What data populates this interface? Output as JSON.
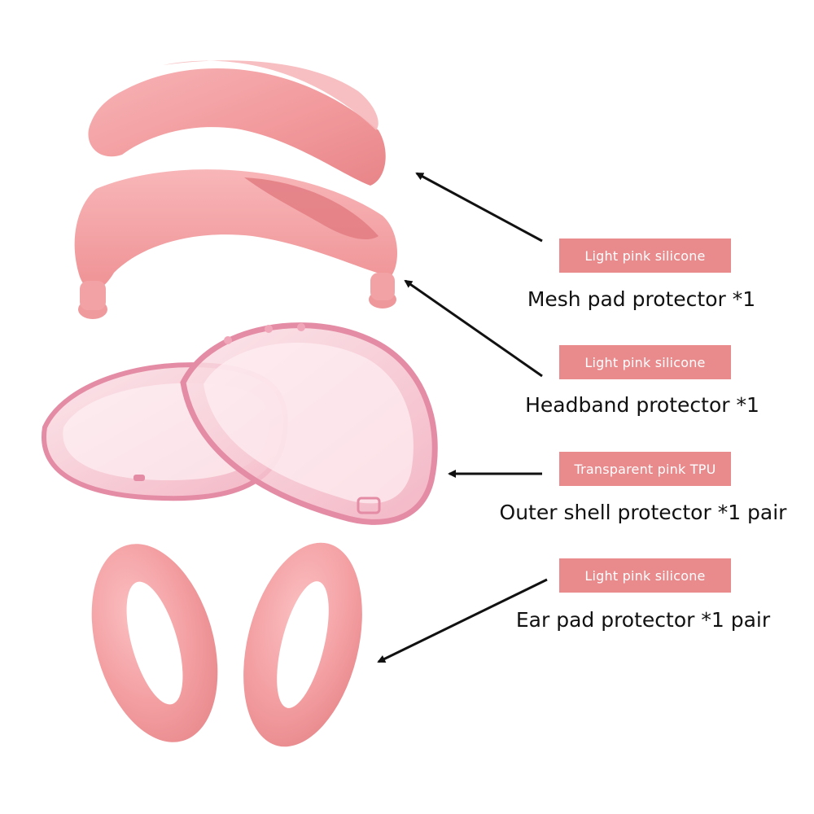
{
  "colors": {
    "tag_background": "#e98b8d",
    "tag_text": "#ffffff",
    "silicone_pink": "#f5a3a6",
    "tpu_pink": "#f3b3c2",
    "arrow": "#111111"
  },
  "parts": [
    {
      "material": "Light pink silicone",
      "name": "Mesh pad protector *1"
    },
    {
      "material": "Light pink silicone",
      "name": "Headband protector *1"
    },
    {
      "material": "Transparent pink TPU",
      "name": "Outer shell protector *1 pair"
    },
    {
      "material": "Light pink silicone",
      "name": "Ear pad protector *1 pair"
    }
  ]
}
